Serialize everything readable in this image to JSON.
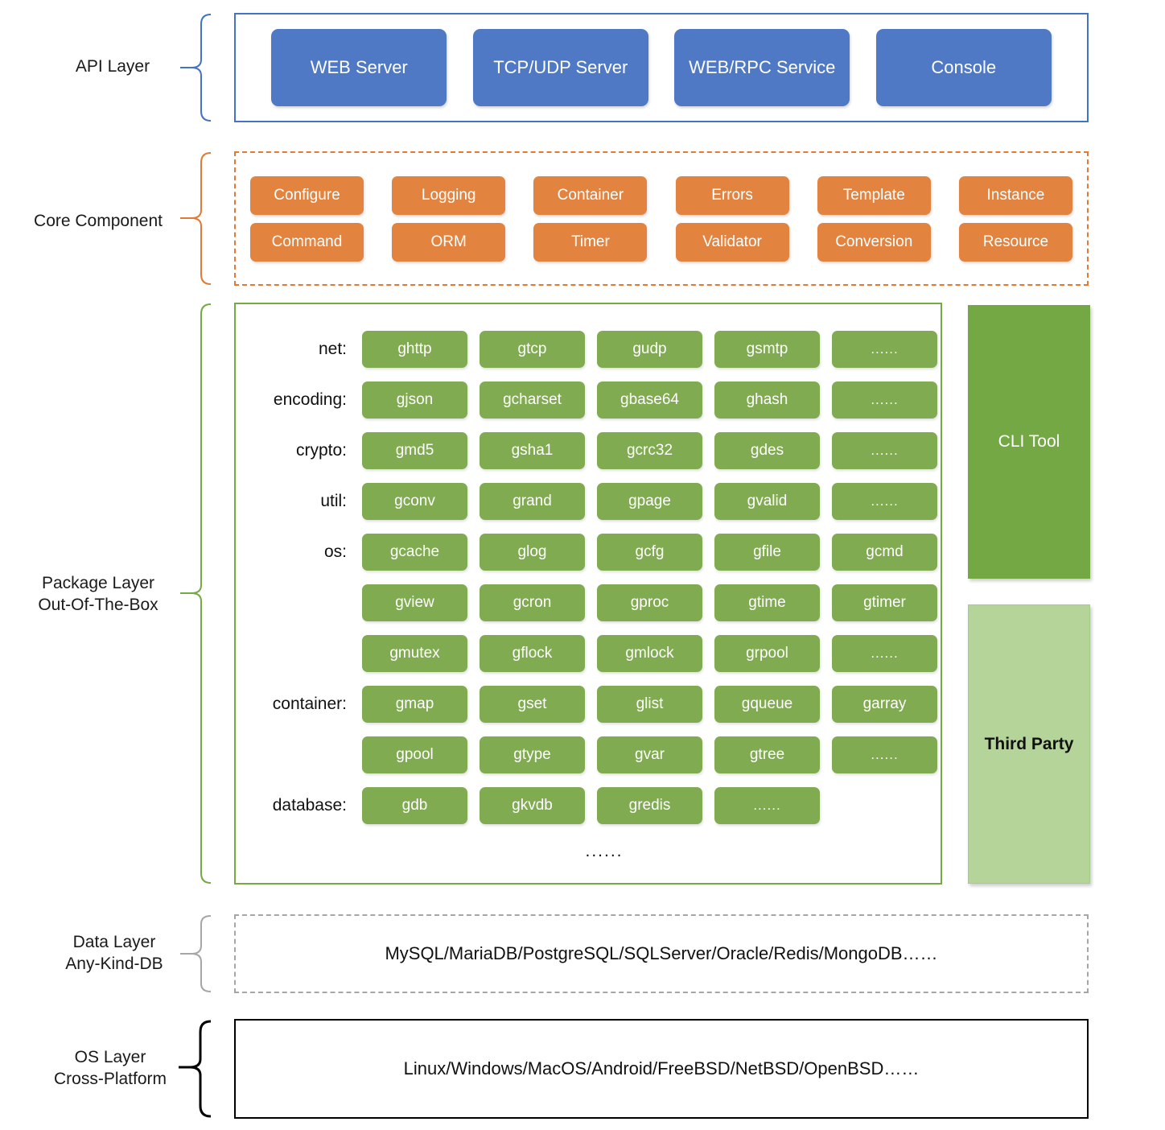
{
  "layers": {
    "api": {
      "label": "API Layer",
      "brace_color": "#4472c4",
      "boxes": [
        {
          "label": "WEB Server"
        },
        {
          "label": "TCP/UDP Server"
        },
        {
          "label": "WEB/RPC Service"
        },
        {
          "label": "Console"
        }
      ]
    },
    "core": {
      "label": "Core Component",
      "brace_color": "#e07b36",
      "row1": [
        {
          "label": "Configure"
        },
        {
          "label": "Logging"
        },
        {
          "label": "Container"
        },
        {
          "label": "Errors"
        },
        {
          "label": "Template"
        },
        {
          "label": "Instance"
        }
      ],
      "row2": [
        {
          "label": "Command"
        },
        {
          "label": "ORM"
        },
        {
          "label": "Timer"
        },
        {
          "label": "Validator"
        },
        {
          "label": "Conversion"
        },
        {
          "label": "Resource"
        }
      ]
    },
    "package": {
      "label": "Package Layer\nOut-Of-The-Box",
      "brace_color": "#76a844",
      "rows": [
        {
          "category": "net:",
          "items": [
            "ghttp",
            "gtcp",
            "gudp",
            "gsmtp",
            "......"
          ]
        },
        {
          "category": "encoding:",
          "items": [
            "gjson",
            "gcharset",
            "gbase64",
            "ghash",
            "......"
          ]
        },
        {
          "category": "crypto:",
          "items": [
            "gmd5",
            "gsha1",
            "gcrc32",
            "gdes",
            "......"
          ]
        },
        {
          "category": "util:",
          "items": [
            "gconv",
            "grand",
            "gpage",
            "gvalid",
            "......"
          ]
        },
        {
          "category": "os:",
          "items": [
            "gcache",
            "glog",
            "gcfg",
            "gfile",
            "gcmd"
          ]
        },
        {
          "category": "",
          "items": [
            "gview",
            "gcron",
            "gproc",
            "gtime",
            "gtimer"
          ]
        },
        {
          "category": "",
          "items": [
            "gmutex",
            "gflock",
            "gmlock",
            "grpool",
            "......"
          ]
        },
        {
          "category": "container:",
          "items": [
            "gmap",
            "gset",
            "glist",
            "gqueue",
            "garray"
          ]
        },
        {
          "category": "",
          "items": [
            "gpool",
            "gtype",
            "gvar",
            "gtree",
            "......"
          ]
        },
        {
          "category": "database:",
          "items": [
            "gdb",
            "gkvdb",
            "gredis",
            "......",
            ""
          ]
        }
      ],
      "ellipsis": "......"
    },
    "side": {
      "cli_tool": "CLI Tool",
      "third_party": "Third Party"
    },
    "data": {
      "label": "Data Layer\nAny-Kind-DB",
      "brace_color": "#a6a6a6",
      "content": "MySQL/MariaDB/PostgreSQL/SQLServer/Oracle/Redis/MongoDB……"
    },
    "os": {
      "label": "OS Layer\nCross-Platform",
      "brace_color": "#000000",
      "content": "Linux/Windows/MacOS/Android/FreeBSD/NetBSD/OpenBSD……"
    }
  },
  "colors": {
    "api_blue": "#4f79c4",
    "core_orange": "#e2843f",
    "pkg_green": "#80ab51",
    "cli_green": "#73a845",
    "third_party_green": "#b4d49a"
  }
}
